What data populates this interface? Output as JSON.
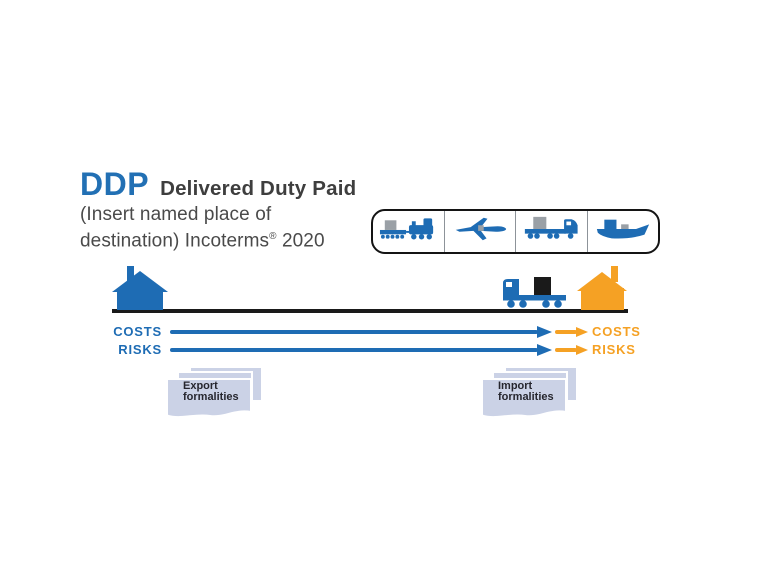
{
  "colors": {
    "brand_blue": "#1E6CB4",
    "title_blue": "#2270B4",
    "accent_orange": "#F5A124",
    "dark_text": "#3E3E3E",
    "subtitle_gray": "#4A4A4A",
    "ground_black": "#1A1A1A",
    "box_border": "#141414",
    "cargo_gray": "#9aa0a6",
    "document_fill": "#CBD2E6",
    "document_text": "#26262E"
  },
  "header": {
    "abbr": "DDP",
    "title": "Delivered Duty Paid",
    "subtitle_line1": "(Insert named place of",
    "subtitle_line2_pre": "destination) Incoterms",
    "subtitle_reg": "®",
    "subtitle_line2_post": " 2020"
  },
  "transport_box": {
    "modes": [
      "rail",
      "air",
      "road",
      "sea"
    ]
  },
  "scene": {
    "seller_building": "factory",
    "delivery_vehicle": "truck-with-container",
    "buyer_building": "warehouse"
  },
  "flow": {
    "rows": [
      {
        "seller": "COSTS",
        "buyer": "COSTS"
      },
      {
        "seller": "RISKS",
        "buyer": "RISKS"
      }
    ]
  },
  "formalities": {
    "export": {
      "line1": "Export",
      "line2": "formalities"
    },
    "import": {
      "line1": "Import",
      "line2": "formalities"
    }
  }
}
